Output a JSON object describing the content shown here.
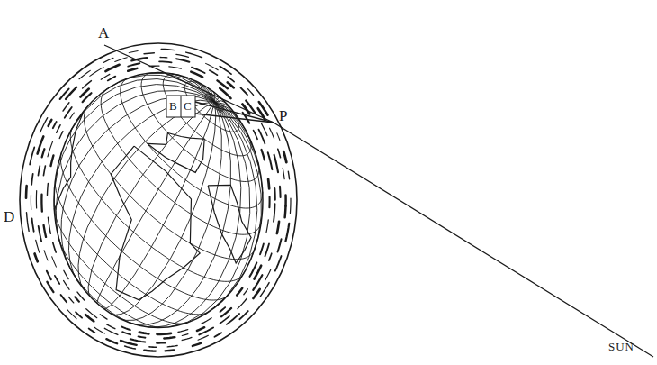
{
  "diagram": {
    "labels": [
      "A",
      "P",
      "D",
      "B",
      "C",
      "SUN"
    ]
  }
}
